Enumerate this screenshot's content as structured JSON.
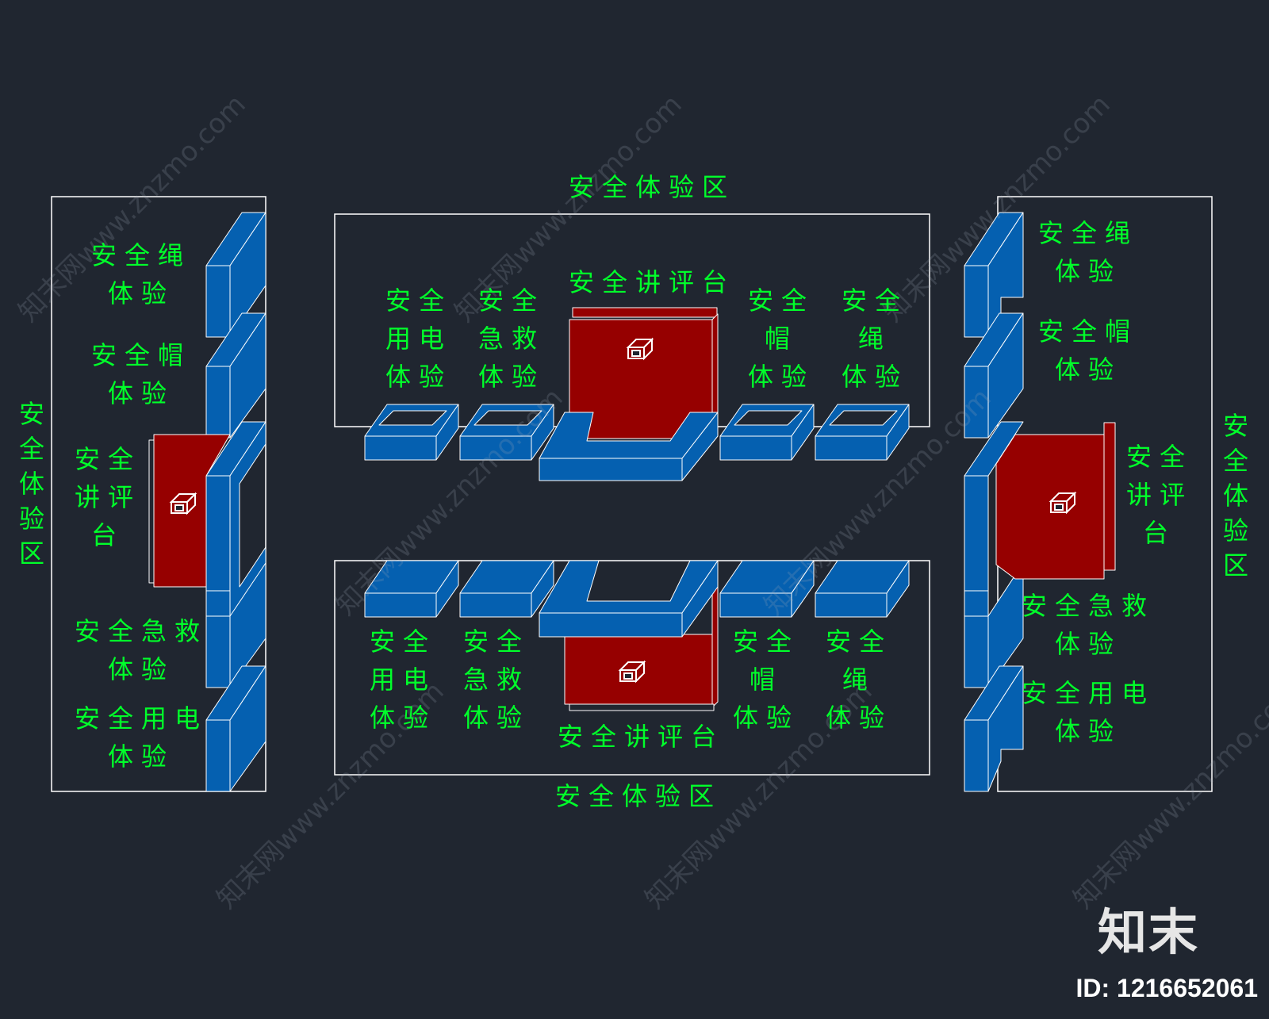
{
  "colors": {
    "background": "#202630",
    "label": "#00ff2a",
    "booth": "#0560b0",
    "stage": "#960000",
    "outline": "#ffffff"
  },
  "watermark": {
    "logo": "知末",
    "id": "ID: 1216652061",
    "site": "知末网www.znzmo.com"
  },
  "zones": {
    "top": "安全体验区",
    "bottom": "安全体验区",
    "left": "安全体验区",
    "right": "安全体验区"
  },
  "labels": {
    "rope": "安全绳\n体验",
    "helmet": "安全帽\n体验",
    "platform_side": "安全\n讲评\n台",
    "firstaid": "安全急救\n体验",
    "electric": "安全用电\n体验",
    "c_electric": "安全\n用电\n体验",
    "c_firstaid": "安全\n急救\n体验",
    "c_platform": "安全讲评台",
    "c_helmet": "安全\n帽\n体验",
    "c_rope": "安全\n绳\n体验"
  },
  "icons": [
    "speaker-icon"
  ]
}
